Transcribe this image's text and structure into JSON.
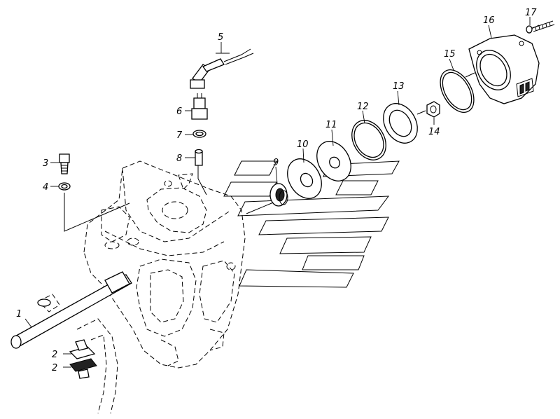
{
  "diagram": {
    "callouts": [
      {
        "id": "c1",
        "label": "1"
      },
      {
        "id": "c2a",
        "label": "2"
      },
      {
        "id": "c2b",
        "label": "2"
      },
      {
        "id": "c3",
        "label": "3"
      },
      {
        "id": "c4",
        "label": "4"
      },
      {
        "id": "c5",
        "label": "5"
      },
      {
        "id": "c6",
        "label": "6"
      },
      {
        "id": "c7",
        "label": "7"
      },
      {
        "id": "c8",
        "label": "8"
      },
      {
        "id": "c9",
        "label": "9"
      },
      {
        "id": "c10",
        "label": "10"
      },
      {
        "id": "c11",
        "label": "11"
      },
      {
        "id": "c12",
        "label": "12"
      },
      {
        "id": "c13",
        "label": "13"
      },
      {
        "id": "c14",
        "label": "14"
      },
      {
        "id": "c15",
        "label": "15"
      },
      {
        "id": "c16",
        "label": "16"
      },
      {
        "id": "c17",
        "label": "17"
      }
    ]
  }
}
